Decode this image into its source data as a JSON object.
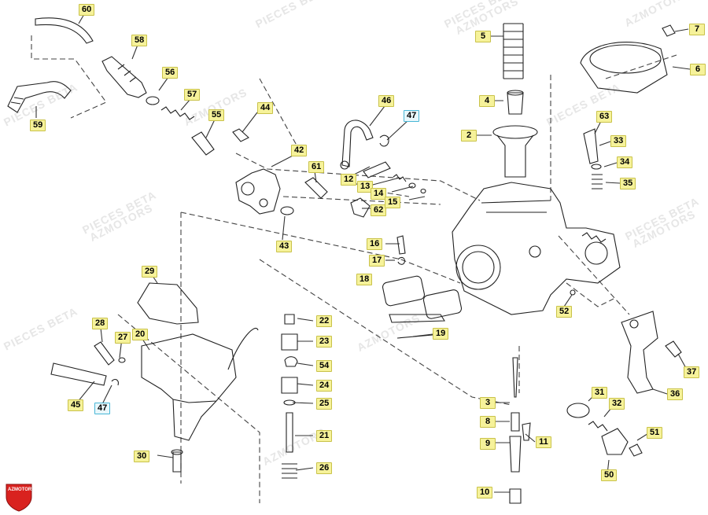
{
  "watermarks": {
    "w1": "PIECES BETA",
    "w2": "AZMOTORS",
    "w3": "PIECES BETA",
    "w4": "AZMOTORS",
    "w5": "PIECES BETA",
    "w6": "AZMOTORS",
    "w7": "PIECES BETA",
    "w8": "AZMOTORS",
    "w9": "PIECES BETA",
    "w10": "AZMOTORS",
    "w11": "PIECES BETA",
    "w12": "AZMOTORS",
    "w13": "PIECES BETA",
    "w14": "AZMOTORS"
  },
  "logo": {
    "text": "AZMOTORS",
    "color": "#d9221f"
  },
  "callouts": {
    "c60": "60",
    "c59": "59",
    "c58": "58",
    "c56": "56",
    "c57": "57",
    "c55": "55",
    "c44": "44",
    "c42": "42",
    "c43": "43",
    "c61": "61",
    "c62": "62",
    "c46": "46",
    "c47a": "47",
    "c12": "12",
    "c13": "13",
    "c14": "14",
    "c15": "15",
    "c5": "5",
    "c4": "4",
    "c2": "2",
    "c7": "7",
    "c6": "6",
    "c63": "63",
    "c33": "33",
    "c34": "34",
    "c35": "35",
    "c16": "16",
    "c17": "17",
    "c18": "18",
    "c19": "19",
    "c52": "52",
    "c29": "29",
    "c28": "28",
    "c27": "27",
    "c20": "20",
    "c45": "45",
    "c47b": "47",
    "c30": "30",
    "c22": "22",
    "c23": "23",
    "c54": "54",
    "c24": "24",
    "c25": "25",
    "c21": "21",
    "c26": "26",
    "c3": "3",
    "c8": "8",
    "c9": "9",
    "c11": "11",
    "c10": "10",
    "c31": "31",
    "c32": "32",
    "c51": "51",
    "c50": "50",
    "c36": "36",
    "c37": "37"
  }
}
